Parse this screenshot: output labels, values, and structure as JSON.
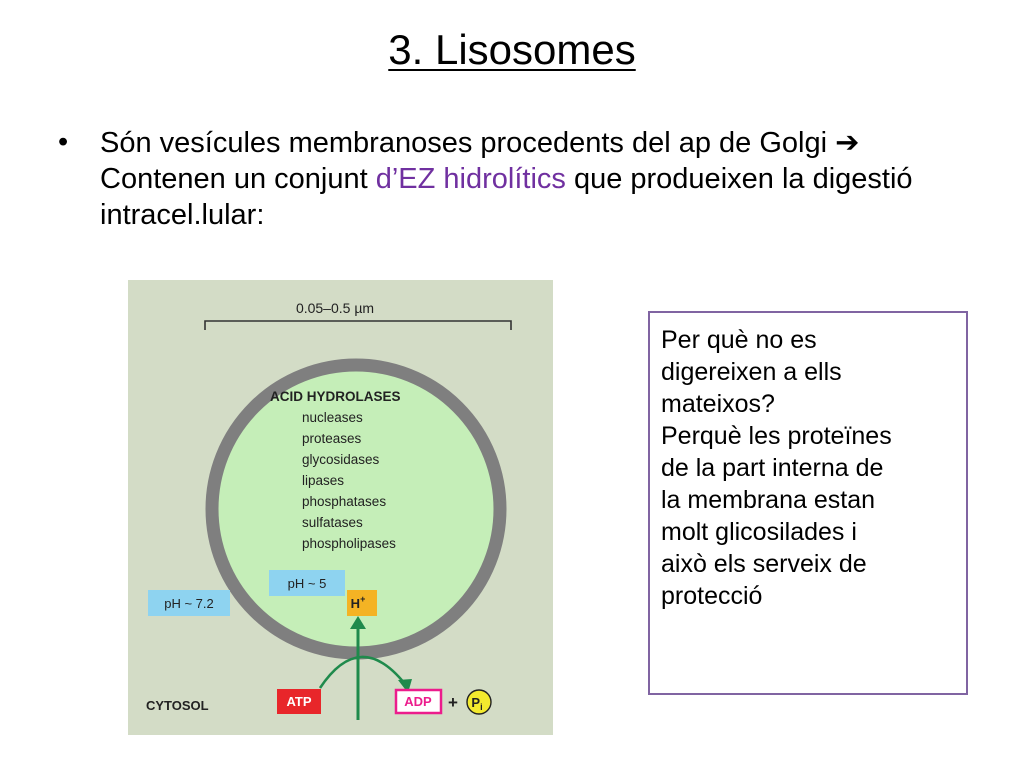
{
  "slide": {
    "title": "3. Lisosomes"
  },
  "bullet": {
    "marker": "•",
    "text_part1": "Són vesícules membranoses procedents del ap de Golgi ",
    "arrow": "➔",
    "text_part2": " Contenen un conjunt ",
    "highlight": "d’EZ hidrolítics",
    "text_part3": " que produeixen la digestió intracel.lular:"
  },
  "figure": {
    "scale_label": "0.05–0.5 µm",
    "hydrolases_heading": "ACID HYDROLASES",
    "hydrolases": [
      "nucleases",
      "proteases",
      "glycosidases",
      "lipases",
      "phosphatases",
      "sulfatases",
      "phospholipases"
    ],
    "ph_inside": "pH ~ 5",
    "ph_outside": "pH ~ 7.2",
    "proton_base": "H",
    "proton_charge": "+",
    "cytosol_label": "CYTOSOL",
    "atp": "ATP",
    "adp": "ADP",
    "plus": "+",
    "pi_base": "P",
    "pi_sub": "i",
    "colors": {
      "background": "#d3dcc6",
      "lumen": "#c5eeb8",
      "membrane": "#7f7f7f",
      "ph_box": "#8ed3f0",
      "proton_box": "#f4b324",
      "atp_box": "#e8262a",
      "adp_border": "#ec1c8c",
      "pi_circle": "#f3ea2e",
      "arrow": "#1f8a4c"
    }
  },
  "note": {
    "lines": [
      "Per què no es",
      "digereixen a ells",
      "mateixos?",
      "Perquè les proteïnes",
      "de la part interna de",
      "la membrana estan",
      "molt glicosilades i",
      "això els serveix de",
      "protecció"
    ],
    "border_color": "#8064a2"
  }
}
